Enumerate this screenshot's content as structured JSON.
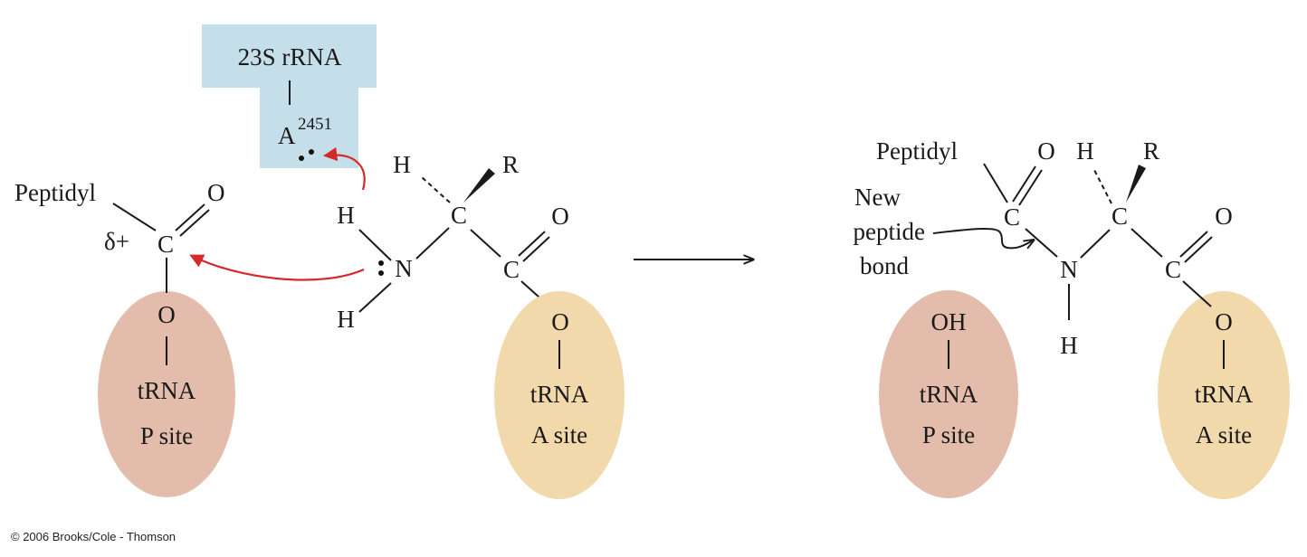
{
  "reactants": {
    "rrna_box": {
      "title": "23S rRNA",
      "residue": "A",
      "residue_number": "2451",
      "color": "#c5dfea"
    },
    "peptidyl_label": "Peptidyl",
    "delta_plus": "δ+",
    "carbonyl_c": "C",
    "carbonyl_o": "O",
    "ester_o": "O",
    "p_site": {
      "line1": "tRNA",
      "line2": "P site",
      "color": "#e4bcab"
    },
    "amine_n": "N",
    "amine_h_top": "H",
    "amine_h_bottom": "H",
    "alpha_c": "C",
    "alpha_h": "H",
    "alpha_r": "R",
    "carboxyl_c": "C",
    "carboxyl_o": "O",
    "a_ester_o": "O",
    "a_site": {
      "line1": "tRNA",
      "line2": "A site",
      "color": "#f2d9ab"
    },
    "arrow_color": "#d42a2a"
  },
  "products": {
    "peptidyl_label": "Peptidyl",
    "carbonyl_c": "C",
    "carbonyl_o": "O",
    "alpha_h": "H",
    "alpha_r": "R",
    "alpha_c": "C",
    "amide_n": "N",
    "amide_h": "H",
    "carboxyl_c": "C",
    "carboxyl_o": "O",
    "ester_o": "O",
    "new_bond_label": [
      "New",
      "peptide",
      "bond"
    ],
    "p_site": {
      "oh": "OH",
      "line1": "tRNA",
      "line2": "P site",
      "color": "#e4bcab"
    },
    "a_site": {
      "line1": "tRNA",
      "line2": "A site",
      "color": "#f2d9ab"
    }
  },
  "credit": "© 2006 Brooks/Cole - Thomson"
}
